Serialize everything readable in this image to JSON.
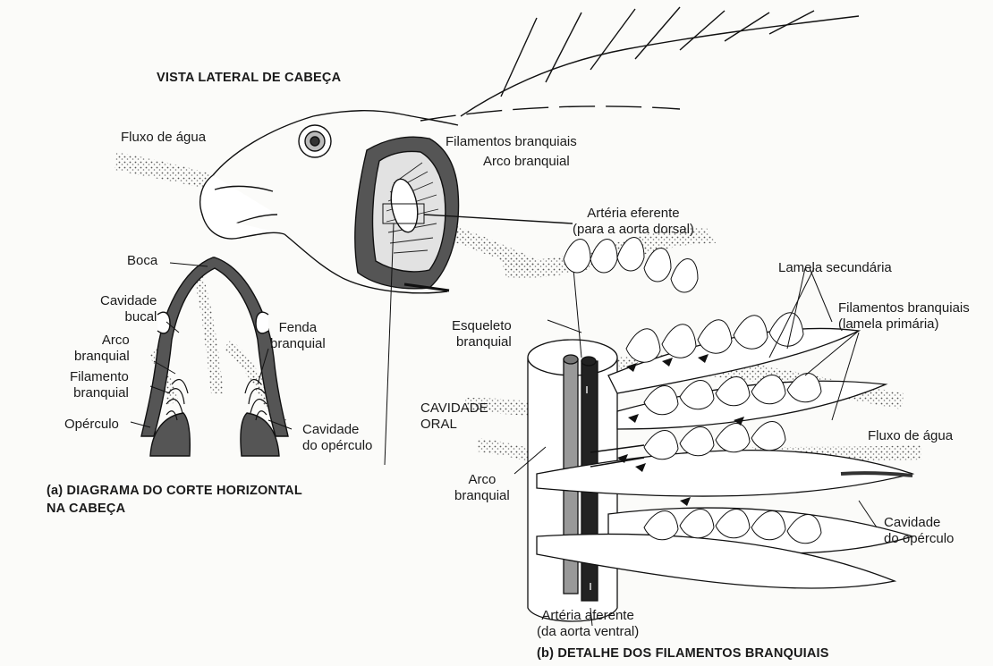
{
  "headings": {
    "lateral_view": "VISTA LATERAL DE CABEÇA",
    "part_a_line1": "(a) DIAGRAMA DO CORTE HORIZONTAL",
    "part_a_line2": "NA CABEÇA",
    "part_b": "(b) DETALHE DOS FILAMENTOS BRANQUIAIS"
  },
  "labels": {
    "fluxo_agua_top": "Fluxo de água",
    "filamentos_branquiais_top": "Filamentos branquiais",
    "arco_branquial_top": "Arco branquial",
    "arteria_eferente_1": "Artéria eferente",
    "arteria_eferente_2": "(para a aorta dorsal)",
    "lamela_secundaria": "Lamela secundária",
    "filamentos_primaria_1": "Filamentos branquiais",
    "filamentos_primaria_2": "(lamela primária)",
    "esqueleto_1": "Esqueleto",
    "esqueleto_2": "branquial",
    "cavidade_oral_1": "CAVIDADE",
    "cavidade_oral_2": "ORAL",
    "fluxo_agua_right": "Fluxo de água",
    "arco_branquial_b_1": "Arco",
    "arco_branquial_b_2": "branquial",
    "cavidade_operculo_b_1": "Cavidade",
    "cavidade_operculo_b_2": "do opérculo",
    "arteria_aferente_1": "Artéria aferente",
    "arteria_aferente_2": "(da aorta ventral)",
    "boca": "Boca",
    "cavidade_bucal_1": "Cavidade",
    "cavidade_bucal_2": "bucal",
    "arco_branquial_a_1": "Arco",
    "arco_branquial_a_2": "branquial",
    "filamento_branquial_1": "Filamento",
    "filamento_branquial_2": "branquial",
    "operculo": "Opérculo",
    "fenda_branquial_1": "Fenda",
    "fenda_branquial_2": "branquial",
    "cavidade_operculo_a_1": "Cavidade",
    "cavidade_operculo_a_2": "do opérculo"
  }
}
